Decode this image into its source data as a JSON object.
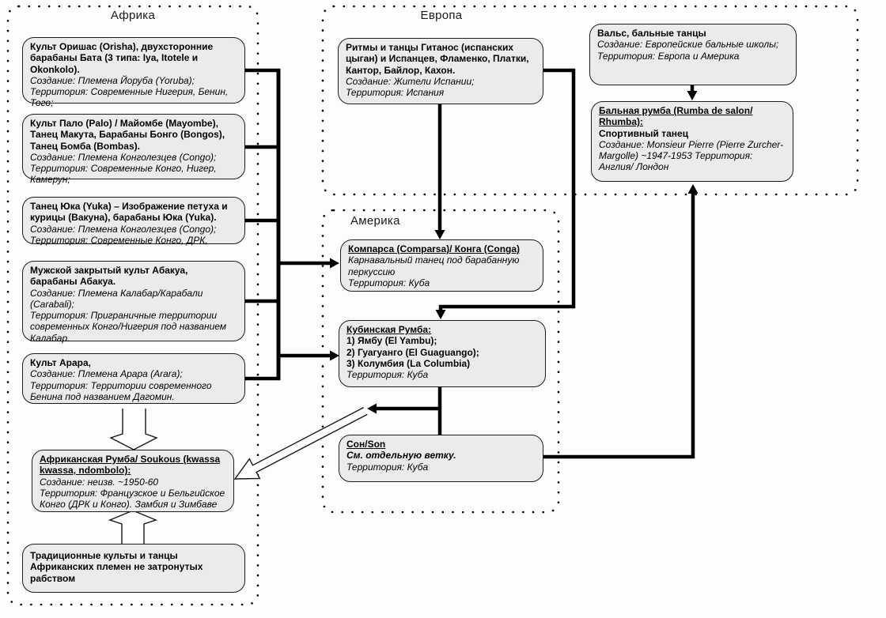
{
  "colors": {
    "box_fill": "#ebebeb",
    "line": "#000000",
    "background": "#fdfdfd"
  },
  "africa": {
    "title": "Африка",
    "orisha": {
      "title": "Культ Оришас (Orisha), двухсторонние барабаны Бата (3 типа: Iya, Itotele и Okonkolo).",
      "creation": "Создание: Племена Йоруба (Yoruba);",
      "territory": "Территория: Современные Нигерия, Бенин, Того;"
    },
    "palo": {
      "title": "Культ Пало (Palo) / Майомбе (Mayombe), Танец Макута, Барабаны Бонго (Bongos), Танец Бомба (Bombas).",
      "creation": "Создание: Племена Конголезцев (Congo);",
      "territory": "Территория: Современные Конго, Нигер, Камерун;"
    },
    "yuka": {
      "title": "Танец Юка (Yuka) –  Изображение петуха и курицы (Вакуна), барабаны Юка (Yuka).",
      "creation": "Создание: Племена Конголезцев (Congo);",
      "territory": "Территория: Современные Конго, ДРК,"
    },
    "abakua": {
      "title": "Мужской закрытый культ Абакуа, барабаны Абакуа.",
      "creation": "Создание: Племена Калабар/Карабали (Carabali);",
      "territory": "Территория: Приграничные территории современных Конго/Нигерия под названием Калабар."
    },
    "arara": {
      "title": "Культ Арара,",
      "creation": "Создание: Племена Арара (Arara);",
      "territory": "Территория: Территории современного Бенина под названием Дагомин."
    },
    "african_rumba": {
      "title": "Африканская Румба/ Soukous (kwassa kwassa, ndombolo):",
      "creation": "Создание: неизв. ~1950-60",
      "territory": "Территория: Французское и Бельгийское Конго (ДРК и Конго). Замбия и Зимбаве"
    },
    "traditional": {
      "title": "Традиционные культы и танцы Африканских племен не затронутых рабством"
    }
  },
  "europe": {
    "title": "Европа",
    "gitanos": {
      "title": "Ритмы и танцы Гитанос  (испанских цыган) и Испанцев, Фламенко, Платки, Кантор, Байлор, Кахон.",
      "creation": "Создание: Жители Испании;",
      "territory": "Территория: Испания"
    },
    "waltz": {
      "title": "Вальс, бальные танцы",
      "creation": "Создание: Европейские бальные школы;",
      "territory": "Территория: Европа и Америка"
    },
    "ballroom_rumba": {
      "title": "Бальная румба (Rumba de salon/ Rhumba):",
      "subtitle": "Спортивный танец",
      "meta": "Создание: Monsieur Pierre (Pierre Zurcher-Margolle) ~1947-1953 Территория: Англия/ Лондон"
    }
  },
  "america": {
    "title": "Америка",
    "comparsa": {
      "title": "Компарса (Comparsa)/ Конга (Conga)",
      "desc": "Карнавальный танец под барабанную перкуссию",
      "territory": "Территория: Куба"
    },
    "cuban_rumba": {
      "title": "Кубинская Румба:",
      "item1": "1) Ямбу (El Yambu);",
      "item2": "2) Гуагуанго (El Guaguango);",
      "item3": "3) Колумбия (La Columbia)",
      "territory": "Территория: Куба"
    },
    "son": {
      "title": "Сон/Son",
      "note": "См. отдельную ветку.",
      "territory": "Территория: Куба"
    }
  }
}
